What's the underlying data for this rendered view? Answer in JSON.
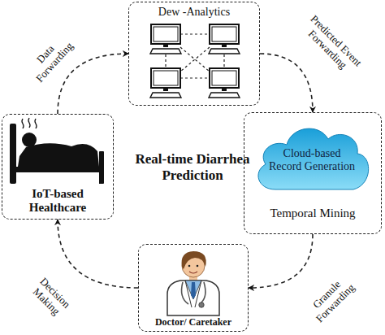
{
  "diagram": {
    "title": "Real-time Diarrhea Prediction",
    "nodes": [
      {
        "text": [
          "Dew -Analytics"
        ]
      },
      {
        "text": [
          "IoT-based Healthcare"
        ]
      },
      {
        "text": [
          "Temporal Mining"
        ]
      },
      {
        "text": [
          "Cloud-based Record Generation"
        ],
        "in": 2
      },
      {
        "text": [
          "Doctor/ Caretaker"
        ]
      }
    ],
    "edges": [
      {
        "from": 1,
        "to": 0,
        "label": "Data Forwarding",
        "arrow": "to"
      },
      {
        "from": 0,
        "to": 2,
        "label": "Predicted Event Forwarding",
        "arrow": "to"
      },
      {
        "from": 2,
        "to": 4,
        "label": "Granule Forwarding",
        "arrow": "to"
      },
      {
        "from": 4,
        "to": 1,
        "label": "Decision Making",
        "arrow": "to"
      }
    ]
  }
}
